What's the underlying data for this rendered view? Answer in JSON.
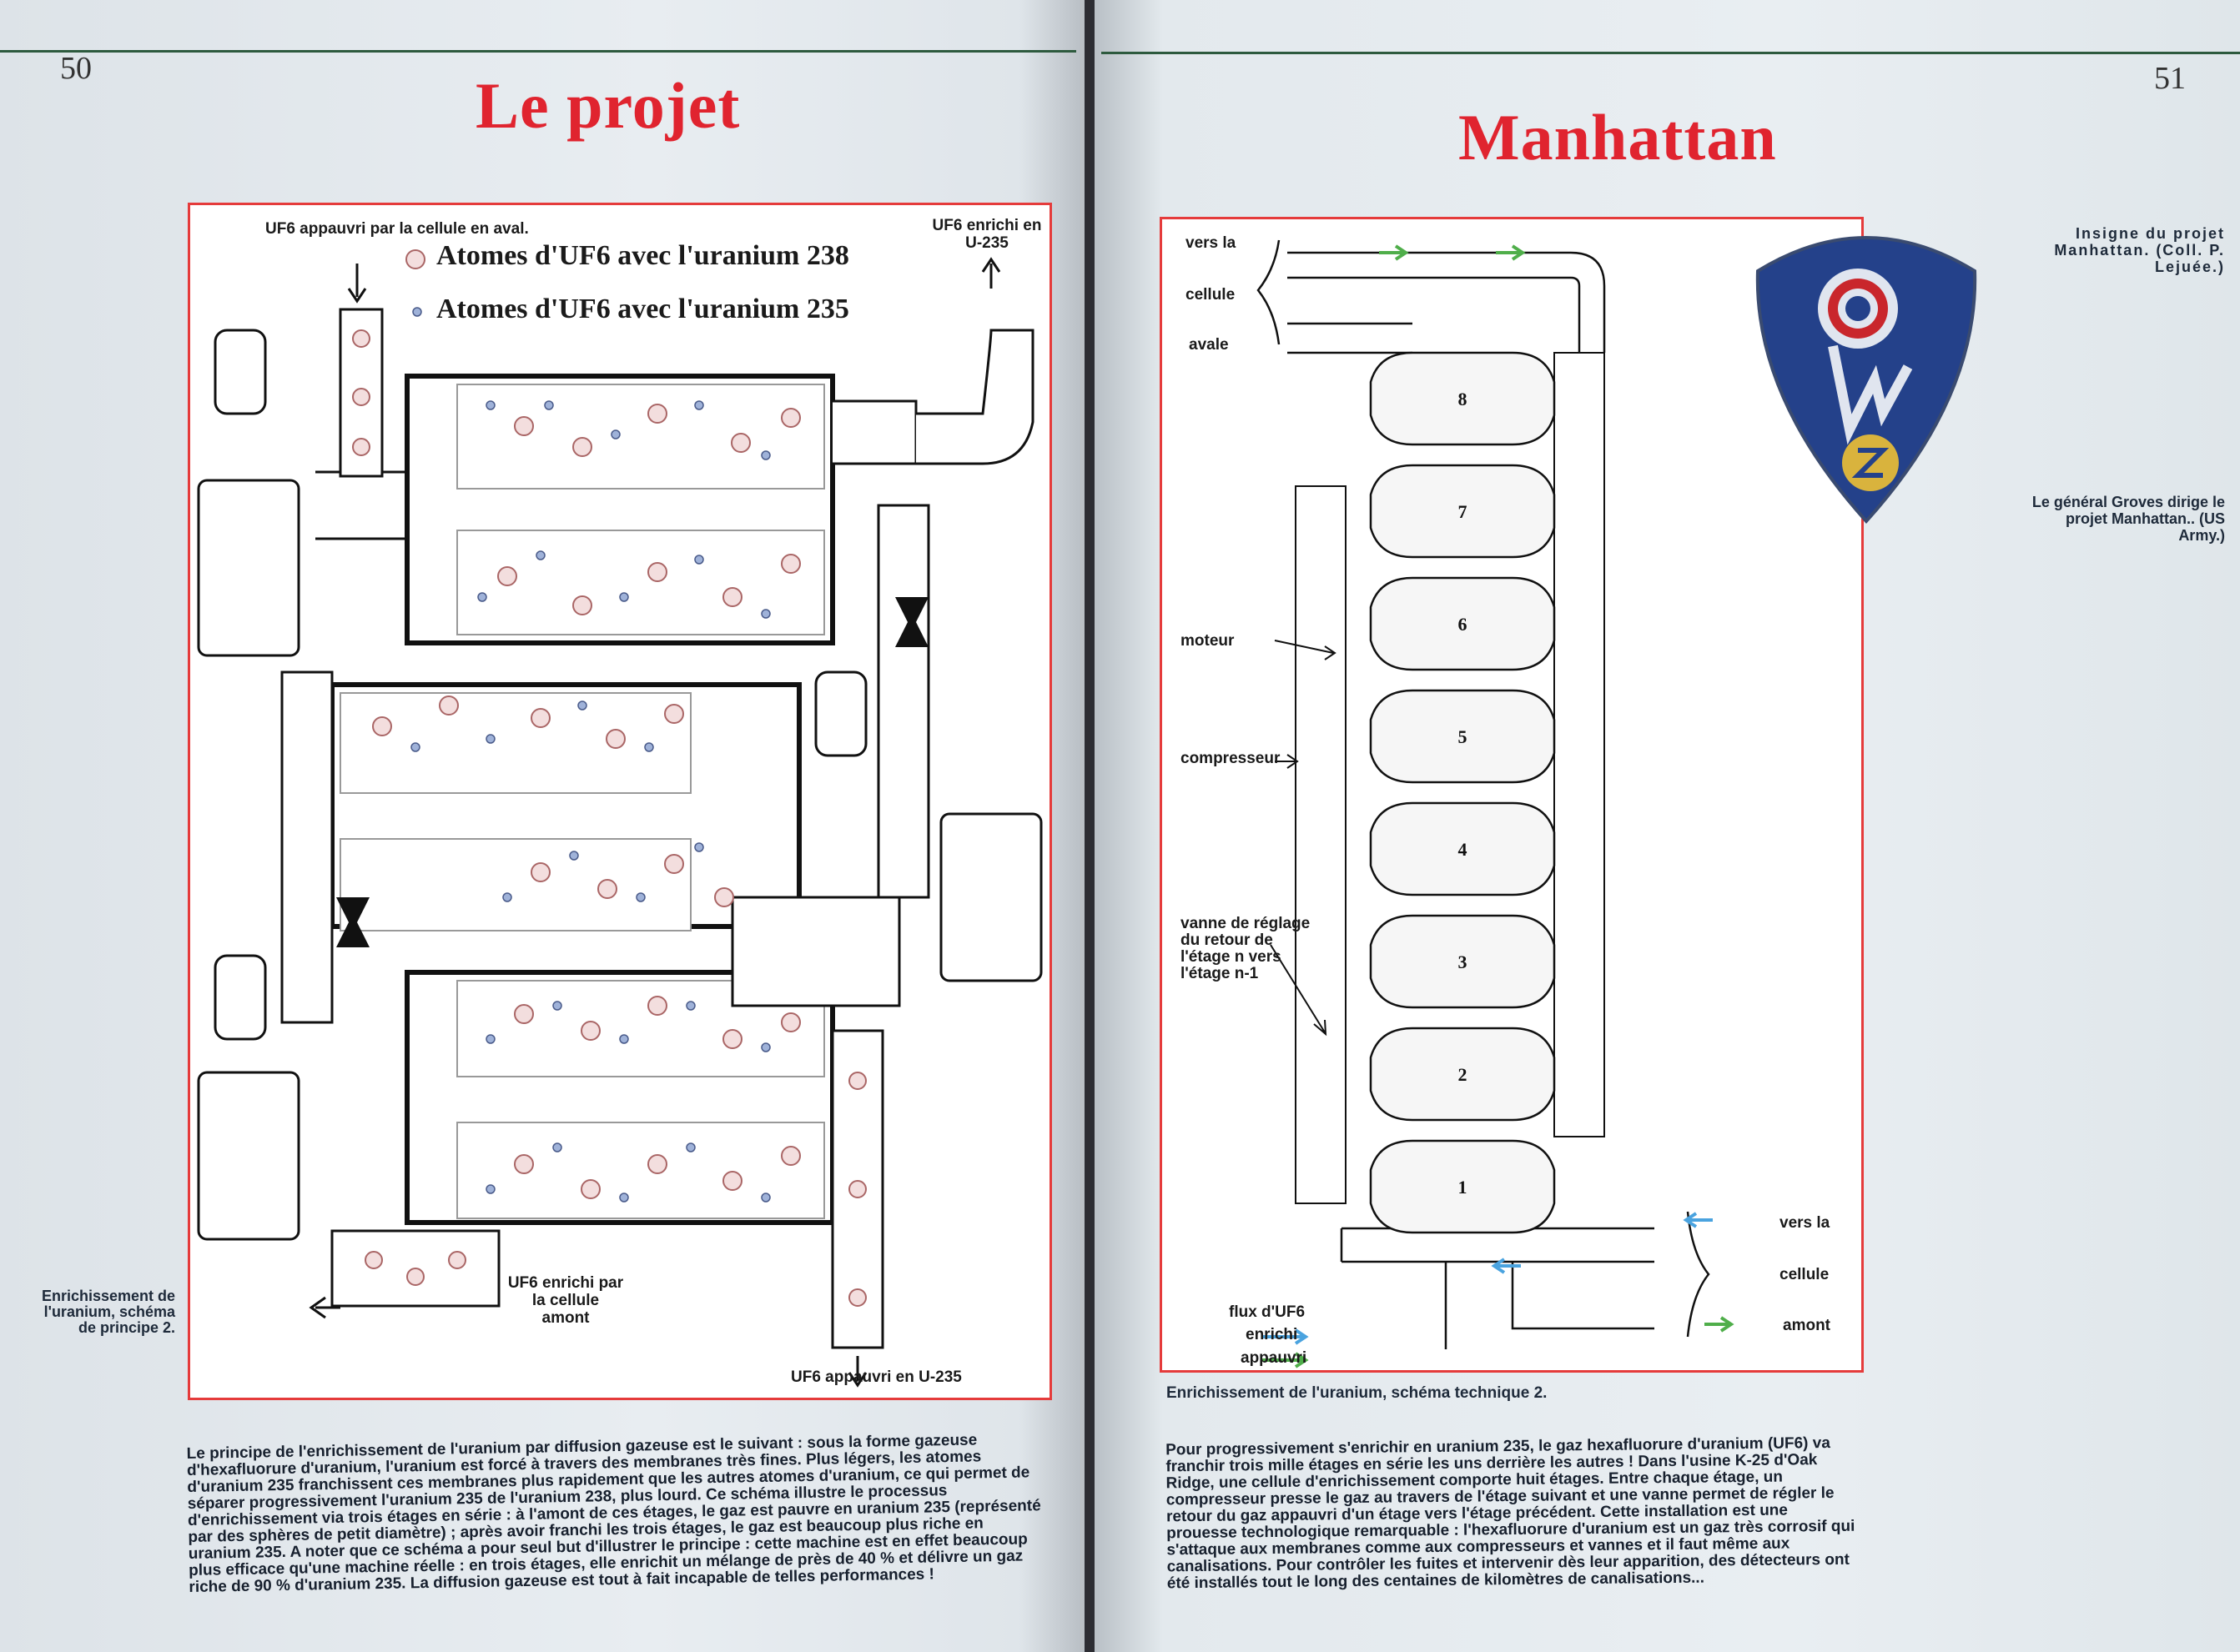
{
  "left_page": {
    "page_number": "50",
    "title": "Le projet",
    "diagram": {
      "label_depleted_in": "UF6 appauvri par la cellule en aval.",
      "label_enriched_out": "UF6 enrichi en U-235",
      "legend_u238": "Atomes d'UF6 avec l'uranium 238",
      "legend_u235": "Atomes d'UF6 avec l'uranium 235",
      "label_enriched_in": "UF6 enrichi par la cellule amont",
      "label_depleted_out": "UF6 appauvri en U-235"
    },
    "caption": "Enrichissement de l'uranium, schéma de principe 2.",
    "body_text": "Le principe de l'enrichissement de l'uranium par diffusion gazeuse est le suivant : sous la forme gazeuse d'hexafluorure d'uranium, l'uranium est forcé à travers des membranes très fines. Plus légers, les atomes d'uranium 235 franchissent ces membranes plus rapidement que les autres atomes d'uranium, ce qui permet de séparer progressivement l'uranium 235 de l'uranium 238, plus lourd. Ce schéma illustre le processus d'enrichissement via trois étages en série : à l'amont de ces étages, le gaz est pauvre en uranium 235 (représenté par des sphères de petit diamètre) ; après avoir franchi les trois étages, le gaz est beaucoup plus riche en uranium 235. A noter que ce schéma a pour seul but d'illustrer le principe : cette machine est en effet beaucoup plus efficace qu'une machine réelle : en trois étages, elle enrichit un mélange de près de 40 % et délivre un gaz riche de 90 % d'uranium 235. La diffusion gazeuse est tout à fait incapable de telles performances !"
  },
  "right_page": {
    "page_number": "51",
    "title": "Manhattan",
    "diagram": {
      "label_top_brace": [
        "vers la",
        "cellule",
        "avale"
      ],
      "label_bottom_brace": [
        "vers la",
        "cellule",
        "amont"
      ],
      "label_motor": "moteur",
      "label_compressor": "compresseur",
      "label_valve": "vanne de réglage du retour de l'étage n vers l'étage n-1",
      "label_flux": "flux d'UF6",
      "label_enriched": "enrichi",
      "label_depleted": "appauvri",
      "stages": [
        "8",
        "7",
        "6",
        "5",
        "4",
        "3",
        "2",
        "1"
      ]
    },
    "caption": "Enrichissement de l'uranium, schéma technique 2.",
    "insignia_caption": "Insigne du projet Manhattan. (Coll. P. Lejuée.)",
    "photo_caption": "Le général Groves dirige le projet Manhattan.. (US Army.)",
    "body_text": "Pour progressivement s'enrichir en uranium 235, le gaz hexafluorure d'uranium (UF6) va franchir trois mille étages en série les uns derrière les autres ! Dans l'usine K-25 d'Oak Ridge, une cellule d'enrichissement comporte huit étages. Entre chaque étage, un compresseur presse le gaz au travers de l'étage suivant et une vanne permet de régler le retour du gaz appauvri d'un étage vers l'étage précédent. Cette installation est une prouesse technologique remarquable : l'hexafluorure d'uranium est un gaz très corrosif qui s'attaque aux membranes comme aux compresseurs et vannes et il faut même aux canalisations. Pour contrôler les fuites et intervenir dès leur apparition, des détecteurs ont été installés tout le long des centaines de kilomètres de canalisations..."
  },
  "colors": {
    "title_red": "#e0242f",
    "frame_red": "#e53b3b",
    "enriched_blue": "#4aa3df",
    "depleted_green": "#4fae4a",
    "insignia_blue": "#24418a"
  }
}
